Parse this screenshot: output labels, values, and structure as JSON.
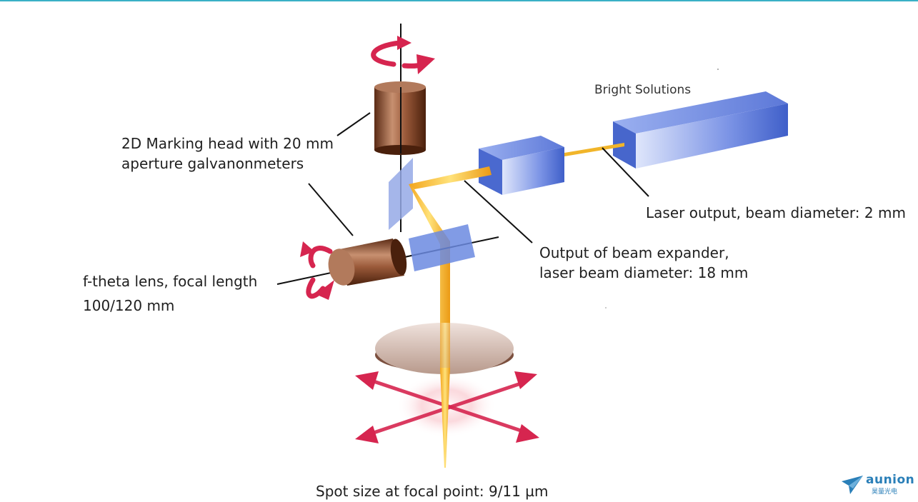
{
  "labels": {
    "brand": "Bright Solutions",
    "marking_head_line1": "2D Marking head with 20 mm",
    "marking_head_line2": "aperture galvanonmeters",
    "laser_output": "Laser output, beam diameter: 2 mm",
    "expander_line1": "Output of beam expander,",
    "expander_line2": "laser beam diameter: 18 mm",
    "ftheta_line1": "f-theta lens, focal length",
    "ftheta_line2": "100/120 mm",
    "spot_size": "Spot size at focal point: 9/11 µm"
  },
  "logo": {
    "word": "aunion",
    "subtitle": "昊量光电"
  },
  "colors": {
    "accent_line": "#3ab0c6",
    "beam": "#f5b82e",
    "laser_box": "#3f5fc9",
    "galvo_motor": "#8a4a2e",
    "rotation_arrow": "#d6254f",
    "logo": "#2a7fb8"
  }
}
